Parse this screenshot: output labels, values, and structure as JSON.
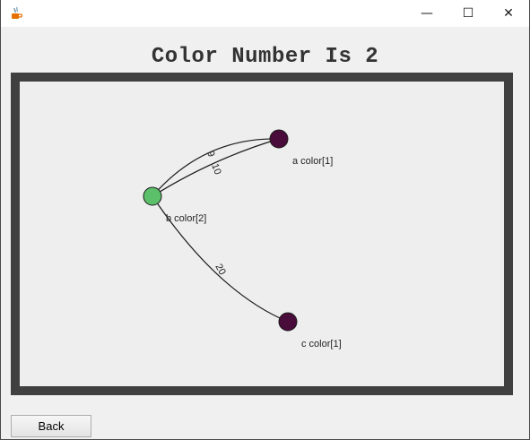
{
  "window": {
    "app_icon": "java-cup-icon",
    "minimize_glyph": "—",
    "maximize_glyph": "☐",
    "close_glyph": "✕"
  },
  "heading": "Color Number Is 2",
  "graph": {
    "nodes": [
      {
        "id": "a",
        "label": "a color[1]",
        "color_index": 1,
        "fill": "#4a0c3a"
      },
      {
        "id": "b",
        "label": "b color[2]",
        "color_index": 2,
        "fill": "#5cc06a"
      },
      {
        "id": "c",
        "label": "c color[1]",
        "color_index": 1,
        "fill": "#4a0c3a"
      }
    ],
    "edges": [
      {
        "from": "b",
        "to": "a",
        "weight": "9"
      },
      {
        "from": "b",
        "to": "a",
        "weight": "10"
      },
      {
        "from": "b",
        "to": "c",
        "weight": "20"
      }
    ],
    "colors": {
      "frame": "#404040",
      "canvas": "#eeeeee",
      "edge": "#1a1a1a"
    }
  },
  "buttons": {
    "back_label": "Back"
  }
}
